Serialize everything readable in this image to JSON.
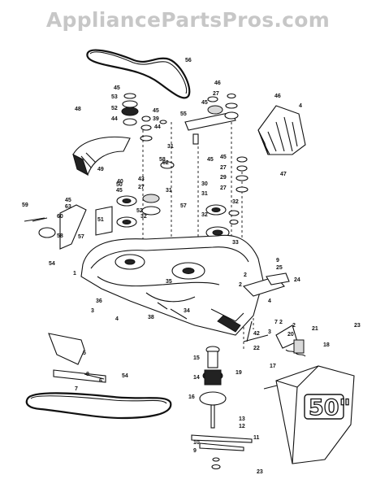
{
  "watermark": "AppliancePartsPros.com",
  "deck_badge": "50\"",
  "callouts": [
    "56",
    "45",
    "53",
    "52",
    "44",
    "45",
    "39",
    "46",
    "27",
    "45",
    "55",
    "44",
    "58",
    "49",
    "31",
    "48",
    "50",
    "45",
    "27",
    "52",
    "59",
    "45",
    "43",
    "51",
    "63",
    "60",
    "62",
    "45",
    "31",
    "40",
    "32",
    "57",
    "58",
    "57",
    "54",
    "1",
    "3",
    "36",
    "4",
    "35",
    "34",
    "38",
    "45",
    "27",
    "29",
    "27",
    "30",
    "31",
    "32",
    "32",
    "33",
    "9",
    "25",
    "2",
    "24",
    "4",
    "2",
    "42",
    "7",
    "3",
    "2",
    "23",
    "2",
    "21",
    "20",
    "18",
    "17",
    "15",
    "14",
    "16",
    "13",
    "12",
    "11",
    "10",
    "9",
    "6",
    "8",
    "5",
    "7",
    "54",
    "22",
    "23",
    "19",
    "47",
    "46",
    "4"
  ]
}
